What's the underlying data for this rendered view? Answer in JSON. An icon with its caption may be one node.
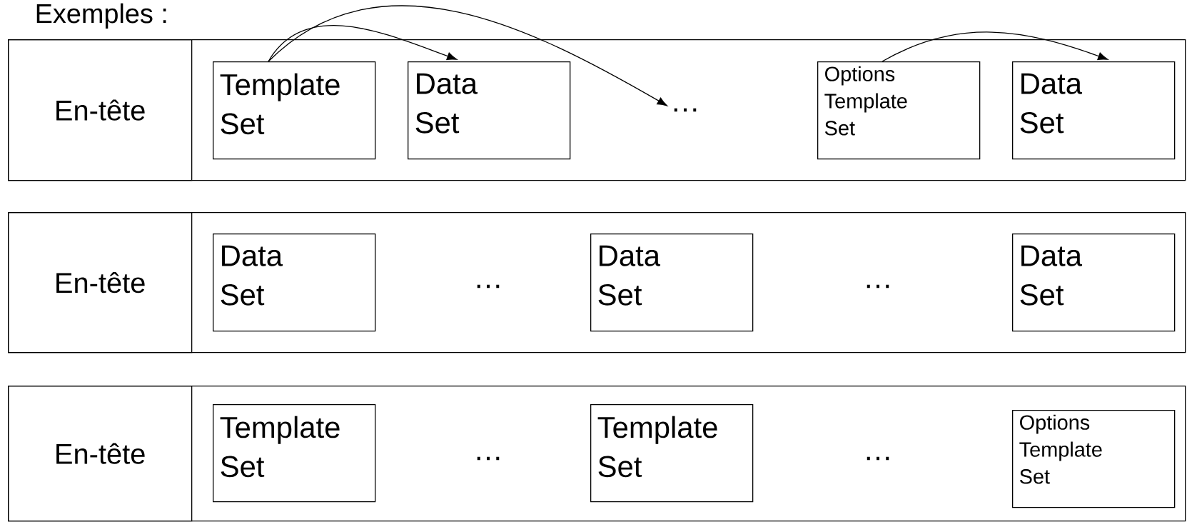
{
  "diagram": {
    "title": "Exemples :",
    "nodes": [
      {
        "text": [],
        "shape": "box"
      },
      {
        "text": [
          "En-tête"
        ],
        "in": 0
      },
      {
        "text": [
          "Template Set"
        ],
        "in": 0
      },
      {
        "text": [
          "Data Set"
        ],
        "in": 0
      },
      {
        "text": [
          "…"
        ],
        "in": 0
      },
      {
        "text": [
          "Options Template Set"
        ],
        "in": 0
      },
      {
        "text": [
          "Data Set"
        ],
        "in": 0
      },
      {
        "text": [],
        "shape": "box"
      },
      {
        "text": [
          "En-tête"
        ],
        "in": 7
      },
      {
        "text": [
          "Data Set"
        ],
        "in": 7
      },
      {
        "text": [
          "Data Set"
        ],
        "in": 7
      },
      {
        "text": [
          "Data Set"
        ],
        "in": 7
      },
      {
        "text": [],
        "shape": "box"
      },
      {
        "text": [
          "En-tête"
        ],
        "in": 12
      },
      {
        "text": [
          "Template Set"
        ],
        "in": 12
      },
      {
        "text": [
          "Template Set"
        ],
        "in": 12
      },
      {
        "text": [
          "Options Template Set"
        ],
        "in": 12
      }
    ],
    "edges": [
      {
        "from": 2,
        "to": 3,
        "arrow": "to"
      },
      {
        "from": 2,
        "to": 4,
        "arrow": "to"
      },
      {
        "from": 5,
        "to": 6,
        "arrow": "to"
      }
    ],
    "labels": [
      "…",
      "…",
      "…",
      "…"
    ]
  }
}
